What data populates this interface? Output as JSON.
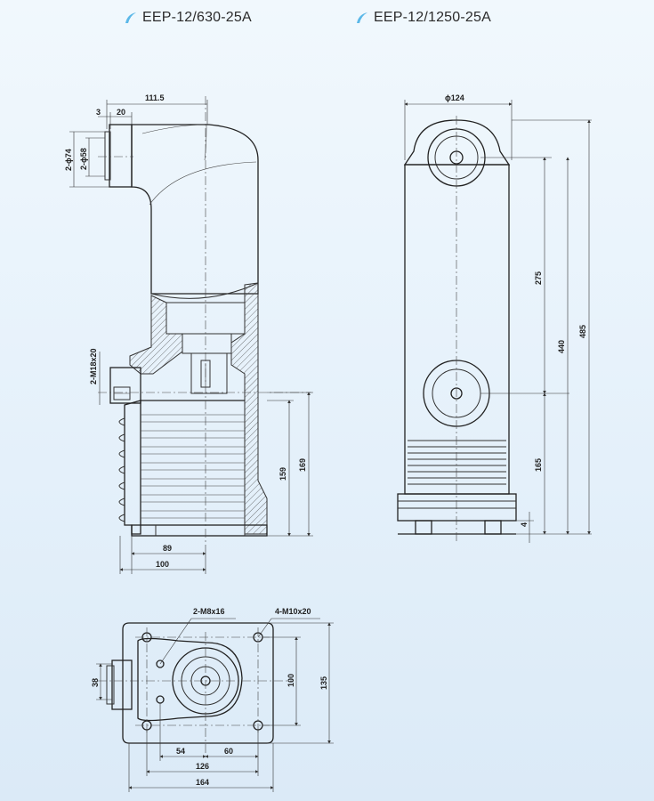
{
  "titles": {
    "left": "EEP-12/630-25A",
    "right": "EEP-12/1250-25A",
    "accent_color": "#5bb8e8"
  },
  "dimensions": {
    "front": {
      "d111_5": "111.5",
      "d3": "3",
      "d20": "20",
      "phi74": "2-ϕ74",
      "phi58": "2-ϕ58",
      "m18": "2-M18x20",
      "d159": "159",
      "d169": "169",
      "d89": "89",
      "d100": "100"
    },
    "side": {
      "phi124": "ϕ124",
      "d275": "275",
      "d440": "440",
      "d485": "485",
      "d165": "165",
      "d4": "4"
    },
    "bottom": {
      "m8": "2-M8x16",
      "m10": "4-M10x20",
      "d38": "38",
      "d100": "100",
      "d135": "135",
      "d54": "54",
      "d60": "60",
      "d126": "126",
      "d164": "164"
    }
  }
}
